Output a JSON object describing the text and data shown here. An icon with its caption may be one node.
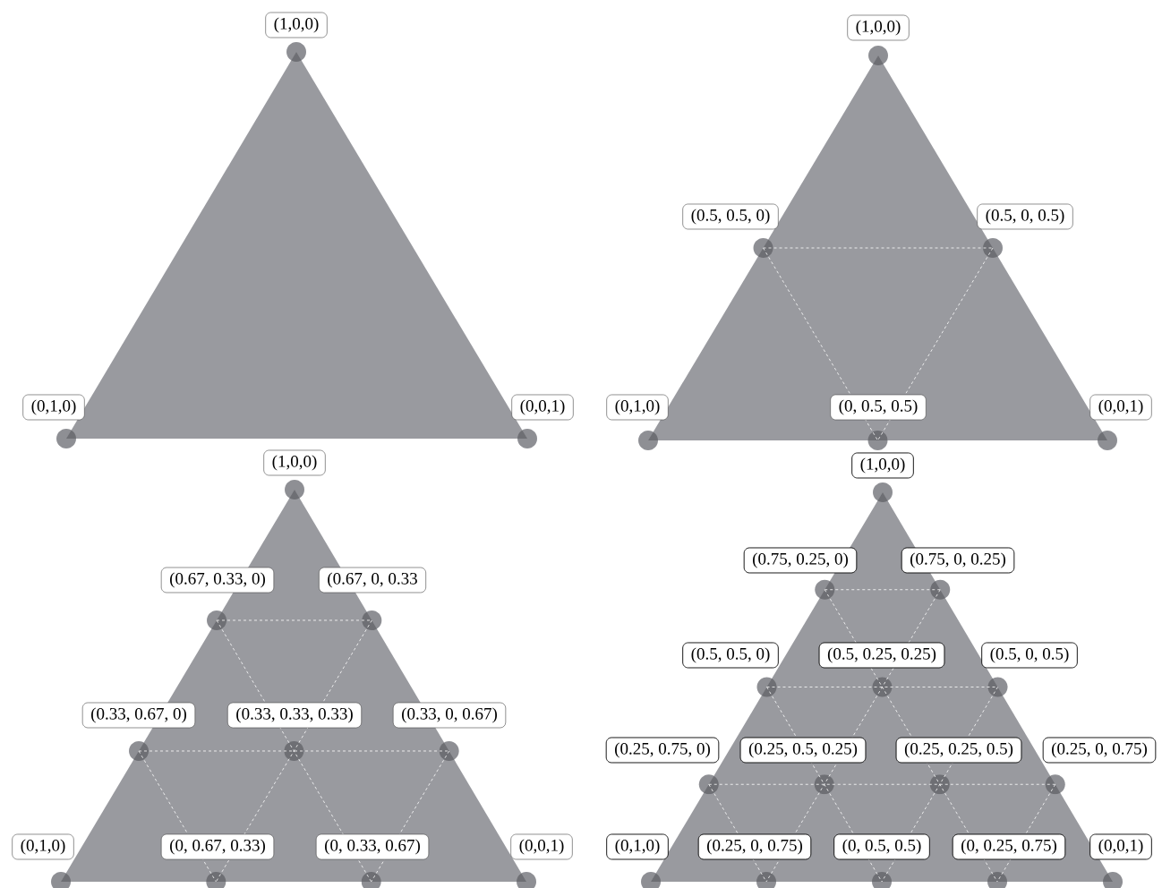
{
  "diagram": {
    "nodes": [
      {
        "text": [
          "(1,0,0)"
        ]
      },
      {
        "text": [
          "(0,1,0)"
        ]
      },
      {
        "text": [
          "(0,0,1)"
        ]
      },
      {
        "text": [
          "(1,0,0)"
        ]
      },
      {
        "text": [
          "(0.5, 0.5, 0)"
        ]
      },
      {
        "text": [
          "(0.5, 0, 0.5)"
        ]
      },
      {
        "text": [
          "(0,1,0)"
        ]
      },
      {
        "text": [
          "(0, 0.5, 0.5)"
        ]
      },
      {
        "text": [
          "(0,0,1)"
        ]
      },
      {
        "text": [
          "(1,0,0)"
        ]
      },
      {
        "text": [
          "(0.67, 0.33, 0)"
        ]
      },
      {
        "text": [
          "(0.67, 0, 0.33"
        ]
      },
      {
        "text": [
          "(0.33, 0.67, 0)"
        ]
      },
      {
        "text": [
          "(0.33, 0.33, 0.33)"
        ]
      },
      {
        "text": [
          "(0.33, 0, 0.67)"
        ]
      },
      {
        "text": [
          "(0,1,0)"
        ]
      },
      {
        "text": [
          "(0, 0.67, 0.33)"
        ]
      },
      {
        "text": [
          "(0, 0.33, 0.67)"
        ]
      },
      {
        "text": [
          "(0,0,1)"
        ]
      },
      {
        "text": [
          "(1,0,0)"
        ]
      },
      {
        "text": [
          "(0.75, 0.25, 0)"
        ]
      },
      {
        "text": [
          "(0.75, 0, 0.25)"
        ]
      },
      {
        "text": [
          "(0.5, 0.5, 0)"
        ]
      },
      {
        "text": [
          "(0.5, 0.25, 0.25)"
        ]
      },
      {
        "text": [
          "(0.5, 0, 0.5)"
        ]
      },
      {
        "text": [
          "(0.25, 0.75, 0)"
        ]
      },
      {
        "text": [
          "(0.25, 0.5, 0.25)"
        ]
      },
      {
        "text": [
          "(0.25, 0.25, 0.5)"
        ]
      },
      {
        "text": [
          "(0.25, 0, 0.75)"
        ]
      },
      {
        "text": [
          "(0,1,0)"
        ]
      },
      {
        "text": [
          "(0.25, 0, 0.75)"
        ]
      },
      {
        "text": [
          "(0, 0.5, 0.5)"
        ]
      },
      {
        "text": [
          "(0, 0.25, 0.75)"
        ]
      },
      {
        "text": [
          "(0,0,1)"
        ]
      }
    ]
  }
}
